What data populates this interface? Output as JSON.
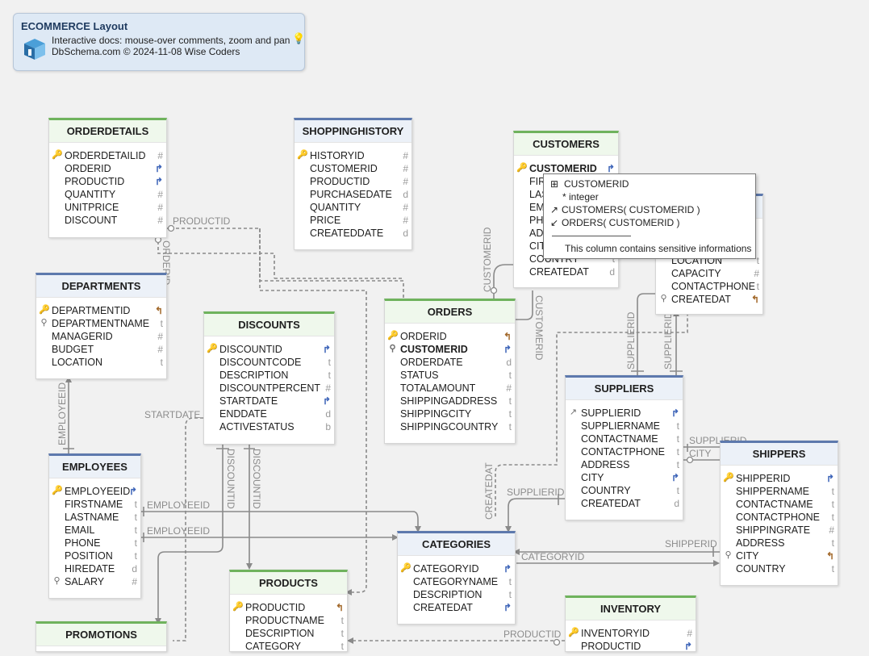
{
  "header": {
    "title": "ECOMMERCE Layout",
    "subtitle": "Interactive docs: mouse-over comments, zoom and pan",
    "credit": "DbSchema.com © 2024-11-08 Wise Coders"
  },
  "colors": {
    "pk_header_green": "#6fb35d",
    "pk_header_blue": "#5d79ad",
    "connector": "#8a8a8a",
    "fk_marker": "#3d64b8",
    "ref_marker": "#a2682a"
  },
  "tables": {
    "orderdetails": {
      "name": "ORDERDETAILS",
      "columns": [
        {
          "name": "ORDERDETAILID",
          "type": "#",
          "icon": "key-icon"
        },
        {
          "name": "ORDERID",
          "type": "↱"
        },
        {
          "name": "PRODUCTID",
          "type": "↱"
        },
        {
          "name": "QUANTITY",
          "type": "#"
        },
        {
          "name": "UNITPRICE",
          "type": "#"
        },
        {
          "name": "DISCOUNT",
          "type": "#"
        }
      ]
    },
    "shoppinghistory": {
      "name": "SHOPPINGHISTORY",
      "columns": [
        {
          "name": "HISTORYID",
          "type": "#",
          "icon": "key-icon"
        },
        {
          "name": "CUSTOMERID",
          "type": "#"
        },
        {
          "name": "PRODUCTID",
          "type": "#"
        },
        {
          "name": "PURCHASEDATE",
          "type": "d"
        },
        {
          "name": "QUANTITY",
          "type": "#"
        },
        {
          "name": "PRICE",
          "type": "#"
        },
        {
          "name": "CREATEDDATE",
          "type": "d"
        }
      ]
    },
    "customers": {
      "name": "CUSTOMERS",
      "columns": [
        {
          "name": "CUSTOMERID",
          "type": "↱",
          "icon": "key-icon",
          "bold": true
        },
        {
          "name": "FIRSTNAME",
          "type": "t"
        },
        {
          "name": "LASTNAME",
          "type": "t"
        },
        {
          "name": "EMAIL",
          "type": "t"
        },
        {
          "name": "PHONE",
          "type": "t"
        },
        {
          "name": "ADDRESS",
          "type": "t"
        },
        {
          "name": "CITY",
          "type": "t"
        },
        {
          "name": "COUNTRY",
          "type": "t"
        },
        {
          "name": "CREATEDAT",
          "type": "d"
        }
      ]
    },
    "warehouses": {
      "columns": [
        {
          "name": "LOCATION",
          "type": "t"
        },
        {
          "name": "CAPACITY",
          "type": "#"
        },
        {
          "name": "CONTACTPHONE",
          "type": "t"
        },
        {
          "name": "CREATEDAT",
          "type": "↰",
          "icon": "magnifier-icon"
        }
      ]
    },
    "departments": {
      "name": "DEPARTMENTS",
      "columns": [
        {
          "name": "DEPARTMENTID",
          "type": "↰",
          "icon": "key-icon"
        },
        {
          "name": "DEPARTMENTNAME",
          "type": "t",
          "icon": "magnifier-icon"
        },
        {
          "name": "MANAGERID",
          "type": "#"
        },
        {
          "name": "BUDGET",
          "type": "#"
        },
        {
          "name": "LOCATION",
          "type": "t"
        }
      ]
    },
    "discounts": {
      "name": "DISCOUNTS",
      "columns": [
        {
          "name": "DISCOUNTID",
          "type": "↱",
          "icon": "key-icon"
        },
        {
          "name": "DISCOUNTCODE",
          "type": "t"
        },
        {
          "name": "DESCRIPTION",
          "type": "t"
        },
        {
          "name": "DISCOUNTPERCENT",
          "type": "#"
        },
        {
          "name": "STARTDATE",
          "type": "↱"
        },
        {
          "name": "ENDDATE",
          "type": "d"
        },
        {
          "name": "ACTIVESTATUS",
          "type": "b"
        }
      ]
    },
    "orders": {
      "name": "ORDERS",
      "columns": [
        {
          "name": "ORDERID",
          "type": "↰",
          "icon": "key-icon"
        },
        {
          "name": "CUSTOMERID",
          "type": "↱",
          "icon": "magnifier-icon",
          "bold": true
        },
        {
          "name": "ORDERDATE",
          "type": "d"
        },
        {
          "name": "STATUS",
          "type": "t"
        },
        {
          "name": "TOTALAMOUNT",
          "type": "#"
        },
        {
          "name": "SHIPPINGADDRESS",
          "type": "t"
        },
        {
          "name": "SHIPPINGCITY",
          "type": "t"
        },
        {
          "name": "SHIPPINGCOUNTRY",
          "type": "t"
        }
      ]
    },
    "suppliers": {
      "name": "SUPPLIERS",
      "columns": [
        {
          "name": "SUPPLIERID",
          "type": "↱",
          "icon": "pk-arrow-icon"
        },
        {
          "name": "SUPPLIERNAME",
          "type": "t"
        },
        {
          "name": "CONTACTNAME",
          "type": "t"
        },
        {
          "name": "CONTACTPHONE",
          "type": "t"
        },
        {
          "name": "ADDRESS",
          "type": "t"
        },
        {
          "name": "CITY",
          "type": "↱"
        },
        {
          "name": "COUNTRY",
          "type": "t"
        },
        {
          "name": "CREATEDAT",
          "type": "d"
        }
      ]
    },
    "employees": {
      "name": "EMPLOYEES",
      "columns": [
        {
          "name": "EMPLOYEEID",
          "type": "↱",
          "icon": "key-icon"
        },
        {
          "name": "FIRSTNAME",
          "type": "t"
        },
        {
          "name": "LASTNAME",
          "type": "t"
        },
        {
          "name": "EMAIL",
          "type": "t"
        },
        {
          "name": "PHONE",
          "type": "t"
        },
        {
          "name": "POSITION",
          "type": "t"
        },
        {
          "name": "HIREDATE",
          "type": "d"
        },
        {
          "name": "SALARY",
          "type": "#",
          "icon": "magnifier-icon"
        }
      ]
    },
    "shippers": {
      "name": "SHIPPERS",
      "columns": [
        {
          "name": "SHIPPERID",
          "type": "↱",
          "icon": "key-icon"
        },
        {
          "name": "SHIPPERNAME",
          "type": "t"
        },
        {
          "name": "CONTACTNAME",
          "type": "t"
        },
        {
          "name": "CONTACTPHONE",
          "type": "t"
        },
        {
          "name": "SHIPPINGRATE",
          "type": "#"
        },
        {
          "name": "ADDRESS",
          "type": "t"
        },
        {
          "name": "CITY",
          "type": "↰",
          "icon": "magnifier-icon"
        },
        {
          "name": "COUNTRY",
          "type": "t"
        }
      ]
    },
    "categories": {
      "name": "CATEGORIES",
      "columns": [
        {
          "name": "CATEGORYID",
          "type": "↱",
          "icon": "key-icon"
        },
        {
          "name": "CATEGORYNAME",
          "type": "t"
        },
        {
          "name": "DESCRIPTION",
          "type": "t"
        },
        {
          "name": "CREATEDAT",
          "type": "↱"
        }
      ]
    },
    "products": {
      "name": "PRODUCTS",
      "columns": [
        {
          "name": "PRODUCTID",
          "type": "↰",
          "icon": "key-icon"
        },
        {
          "name": "PRODUCTNAME",
          "type": "t"
        },
        {
          "name": "DESCRIPTION",
          "type": "t"
        },
        {
          "name": "CATEGORY",
          "type": "t"
        }
      ]
    },
    "inventory": {
      "name": "INVENTORY",
      "columns": [
        {
          "name": "INVENTORYID",
          "type": "#",
          "icon": "key-icon"
        },
        {
          "name": "PRODUCTID",
          "type": "↱"
        }
      ]
    },
    "promotions": {
      "name": "PROMOTIONS",
      "columns": []
    }
  },
  "relation_labels": {
    "productid_1": "PRODUCTID",
    "orderid": "ORDERID",
    "customerid_1": "CUSTOMERID",
    "customerid_2": "CUSTOMERID",
    "supplierid_1": "SUPPLIERID",
    "supplierid_2": "SUPPLIERID",
    "startdate": "STARTDATE",
    "employeeid_1": "EMPLOYEEID",
    "employeeid_2": "EMPLOYEEID",
    "employeeid_3": "EMPLOYEEID",
    "discountid_1": "DISCOUNTID",
    "discountid_2": "DISCOUNTID",
    "createdat": "CREATEDAT",
    "supplierid_3": "SUPPLIERID",
    "supplierid_4": "SUPPLIERID",
    "city": "CITY",
    "shipperid": "SHIPPERID",
    "categoryid": "CATEGORYID",
    "productid_2": "PRODUCTID"
  },
  "tooltip": {
    "column": "CUSTOMERID",
    "type": "* integer",
    "ref_out": "CUSTOMERS( CUSTOMERID )",
    "ref_in": "ORDERS( CUSTOMERID )",
    "comment": "This column contains sensitive informations"
  }
}
